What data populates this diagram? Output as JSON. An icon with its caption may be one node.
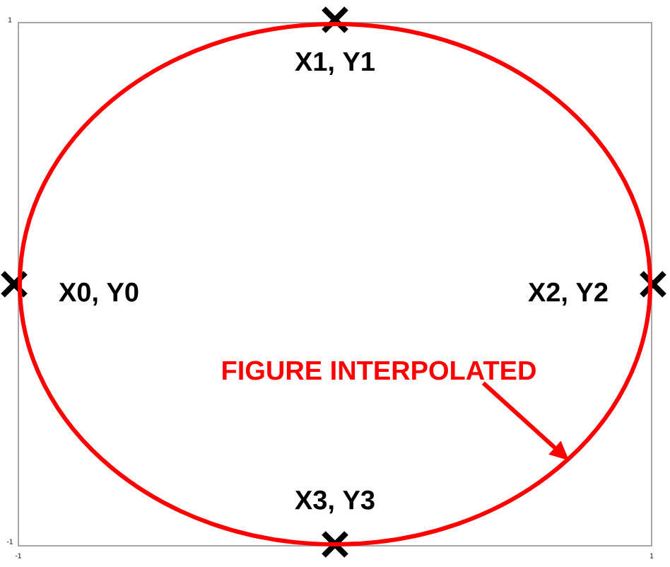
{
  "diagram": {
    "nodes": [
      {
        "text": [
          "FIGURE  INTERPOLATED"
        ],
        "in": 1
      },
      {
        "text": [],
        "shape": "ellipse"
      }
    ],
    "edges": [
      {
        "from": 0,
        "to": 1,
        "arrow": "to"
      }
    ],
    "labels": [
      "X1, Y1",
      "X0, Y0",
      "X2, Y2",
      "X3, Y3",
      "1",
      "-1",
      "-1",
      "1"
    ]
  }
}
